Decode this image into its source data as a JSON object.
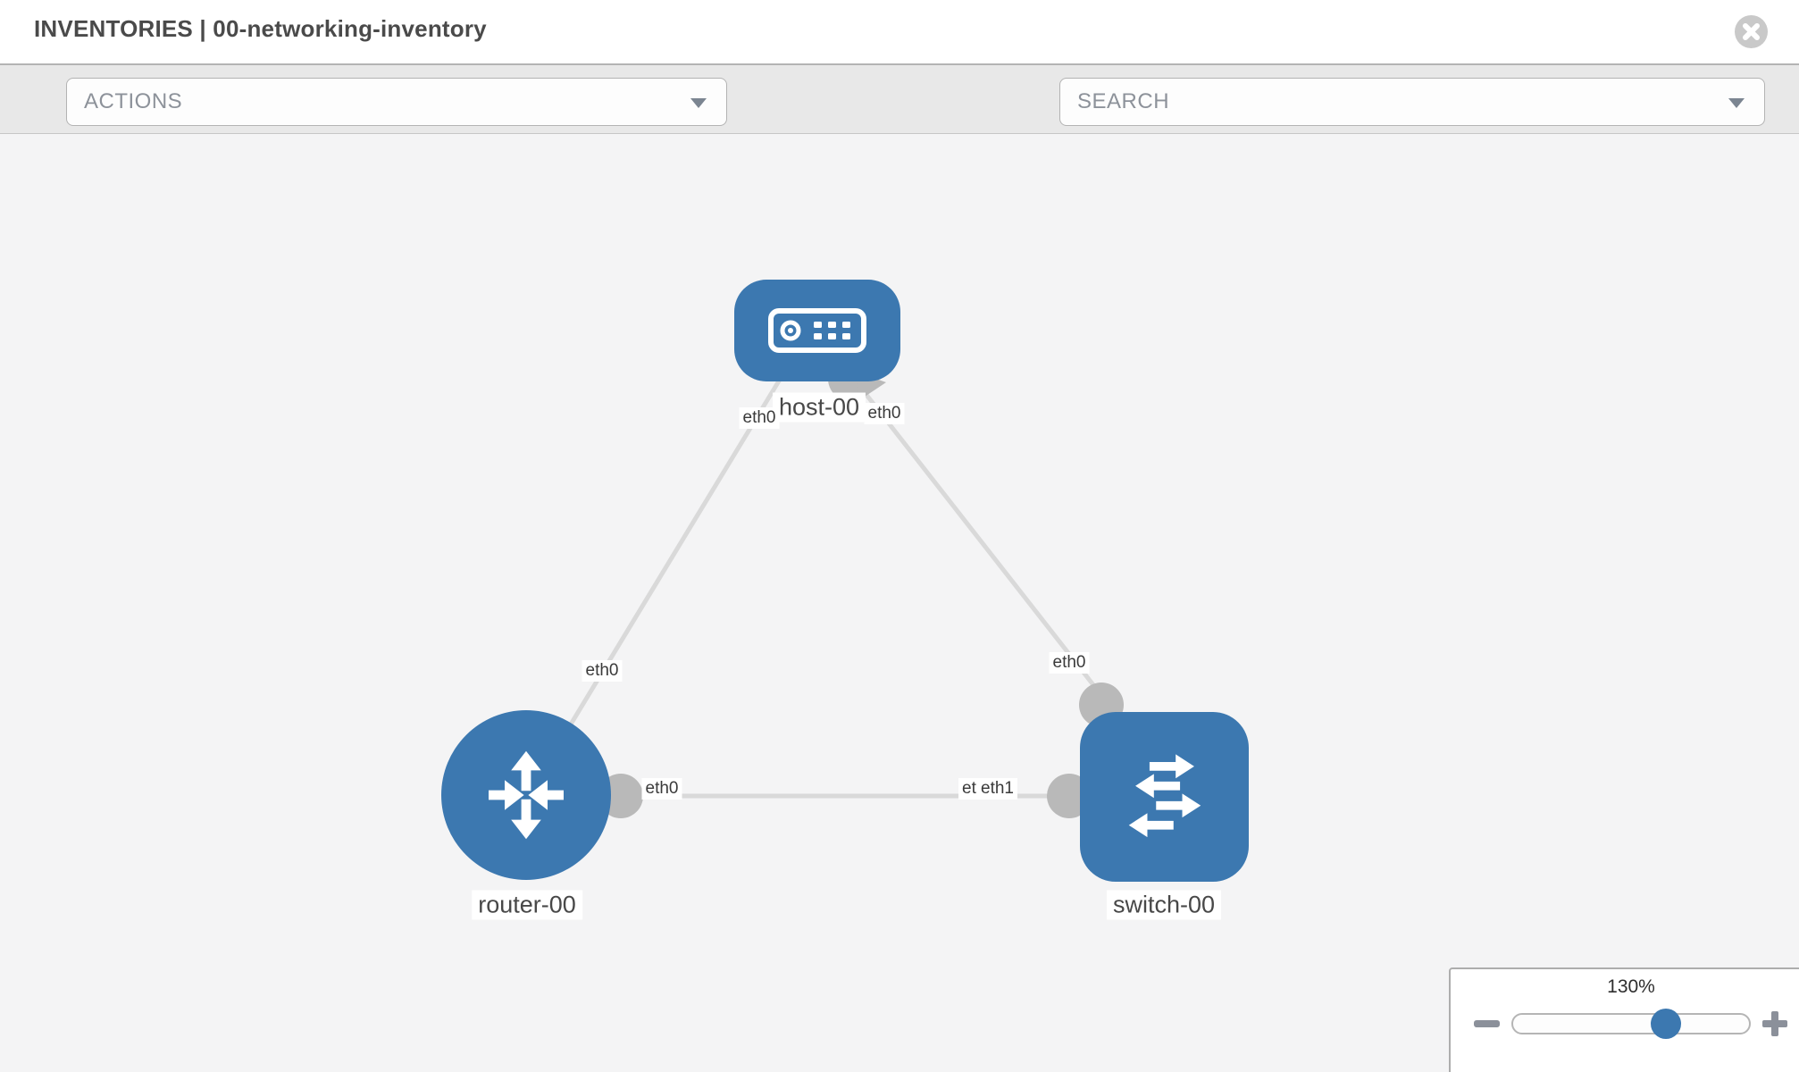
{
  "header": {
    "title": "INVENTORIES | 00-networking-inventory",
    "close_icon": "close-icon"
  },
  "toolbar": {
    "actions_label": "ACTIONS",
    "search_placeholder": "SEARCH",
    "tool_icons": [
      "wrench-icon",
      "key-icon"
    ]
  },
  "topology": {
    "nodes": [
      {
        "id": "host-00",
        "label": "host-00",
        "type": "host",
        "icon": "host-icon"
      },
      {
        "id": "router-00",
        "label": "router-00",
        "type": "router",
        "icon": "router-icon"
      },
      {
        "id": "switch-00",
        "label": "switch-00",
        "type": "switch",
        "icon": "switch-icon"
      }
    ],
    "links": [
      {
        "from": "host-00",
        "from_interface": "eth0",
        "to": "router-00",
        "to_interface": "eth0"
      },
      {
        "from": "host-00",
        "from_interface": "eth0",
        "to": "switch-00",
        "to_interface": "eth0"
      },
      {
        "from": "router-00",
        "from_interface": "eth0",
        "to": "switch-00",
        "to_interface": "eth1"
      }
    ],
    "overlapped_label": "eth0"
  },
  "zoom": {
    "level": "130%",
    "percent": 130
  },
  "colors": {
    "node_blue": "#3c78b0",
    "link_gray": "#d9d9d9",
    "connector_gray": "#b9b9b9",
    "toolbar_bg": "#e8e8e8",
    "canvas_bg": "#f4f4f5",
    "icon_gray": "#848a94"
  }
}
